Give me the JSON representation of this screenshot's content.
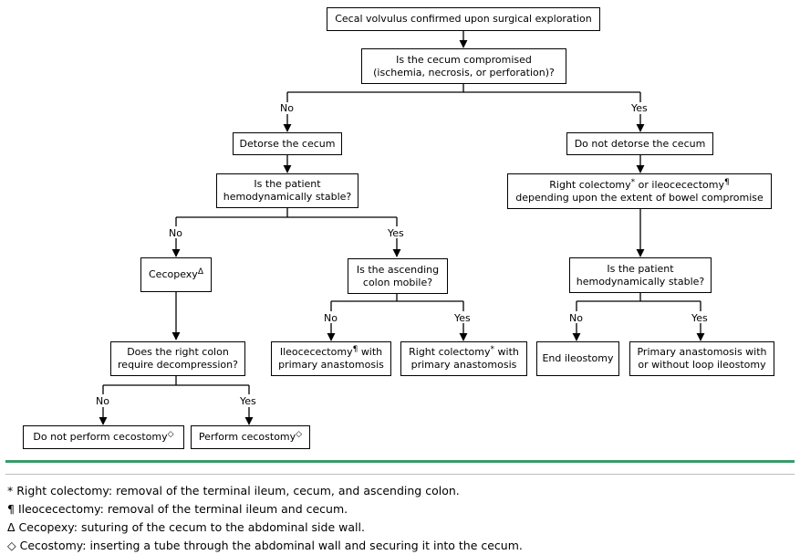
{
  "flowchart": {
    "start": "Cecal volvulus confirmed upon surgical exploration",
    "q_compromised": [
      "Is the cecum compromised",
      "(ischemia, necrosis, or perforation)?"
    ],
    "no": "No",
    "yes": "Yes",
    "detorse": "Detorse the cecum",
    "not_detorse": "Do not detorse the cecum",
    "q_stable": [
      "Is the patient",
      "hemodynamically stable?"
    ],
    "resection": [
      "Right colectomy",
      "or ileocecectomy",
      "depending upon the extent of bowel compromise"
    ],
    "cecopexy": "Cecopexy",
    "q_mobile": [
      "Is the ascending",
      "colon mobile?"
    ],
    "q_decompress": [
      "Does the right colon",
      "require decompression?"
    ],
    "ileocecectomy_anast": [
      "Ileocecectomy",
      "with",
      "primary anastomosis"
    ],
    "right_colectomy_anast": [
      "Right colectomy",
      "with",
      "primary anastomosis"
    ],
    "end_ileostomy": "End ileostomy",
    "primary_anast_loop": [
      "Primary anastomosis with",
      "or without loop ileostomy"
    ],
    "no_cecostomy": "Do not perform cecostomy",
    "cecostomy": "Perform cecostomy"
  },
  "symbols": {
    "asterisk": "*",
    "pilcrow": "¶",
    "delta": "Δ",
    "diamond": "◇"
  },
  "footnotes": [
    {
      "symbol": "*",
      "text": "Right colectomy: removal of the terminal ileum, cecum, and ascending colon."
    },
    {
      "symbol": "¶",
      "text": "Ileocecectomy: removal of the terminal ileum and cecum."
    },
    {
      "symbol": "Δ",
      "text": "Cecopexy: suturing of the cecum to the abdominal side wall."
    },
    {
      "symbol": "◇",
      "text": "Cecostomy: inserting a tube through the abdominal wall and securing it into the cecum."
    }
  ],
  "colors": {
    "separator": "#3a9a6a",
    "rule": "#bdbdbd"
  }
}
